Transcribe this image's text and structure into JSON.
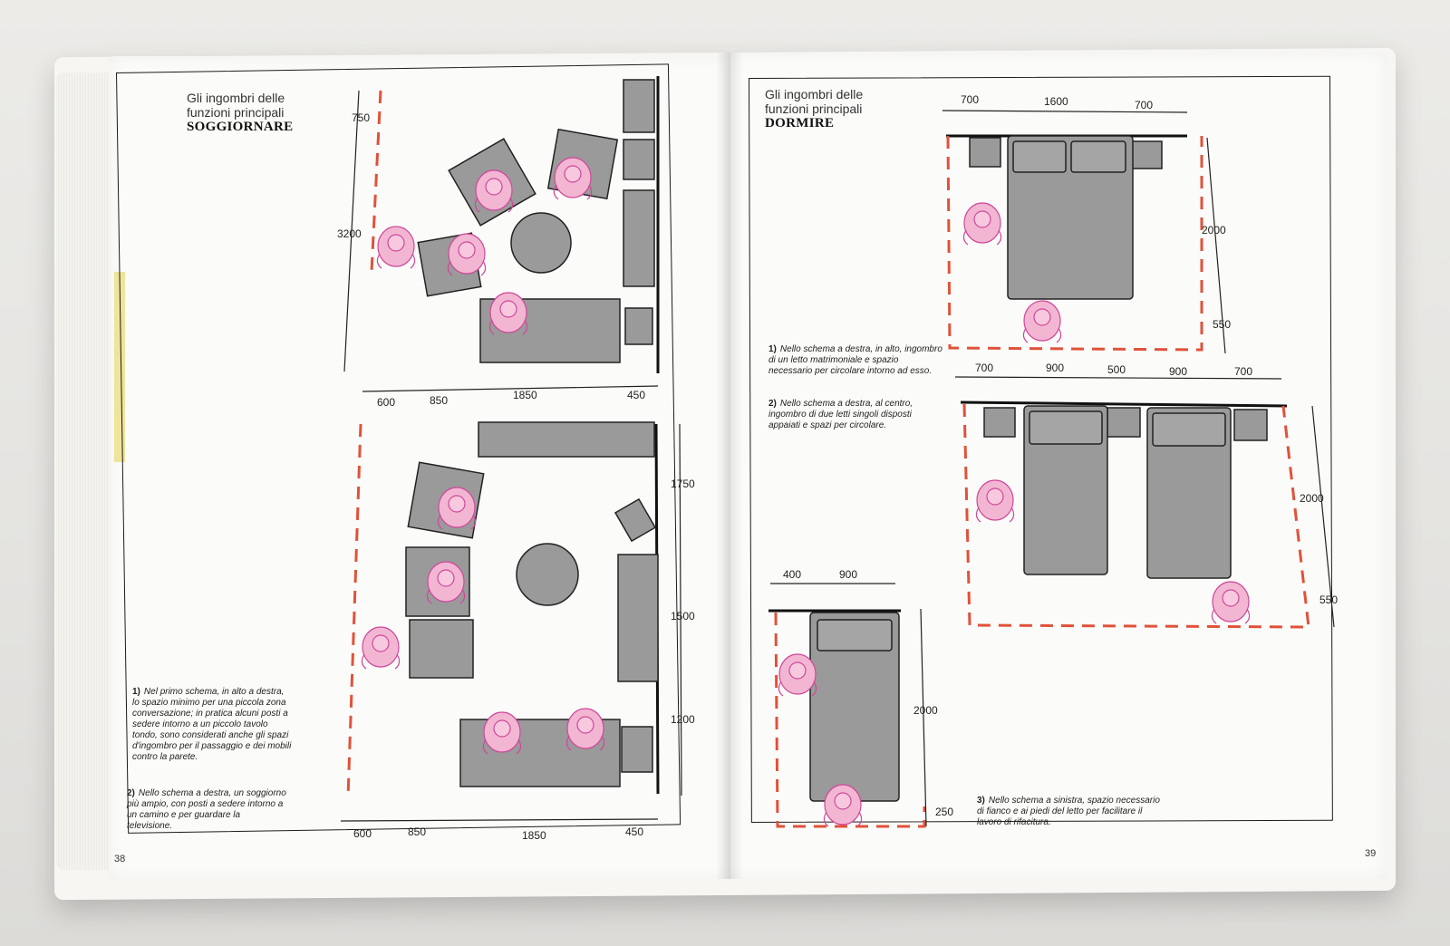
{
  "left_page": {
    "title_line1": "Gli ingombri delle",
    "title_line2": "funzioni principali",
    "title_bold": "SOGGIORNARE",
    "caption1_num": "1)",
    "caption1": "Nel primo schema, in alto a destra, lo spazio minimo per una piccola zona conversazione; in pratica alcuni posti a sedere intorno a un piccolo tavolo tondo, sono considerati anche gli spazi d'ingombro per il passaggio e dei mobili contro la parete.",
    "caption2_num": "2)",
    "caption2": "Nello schema a destra, un soggiorno più ampio, con posti a sedere intorno a un camino e per guardare la televisione.",
    "page_number": "38",
    "dims_top": {
      "v1": "750",
      "v2": "3200",
      "h1": "600",
      "h2": "850",
      "h3": "1850",
      "h4": "450"
    },
    "dims_bottom": {
      "v1": "1750",
      "v2": "1500",
      "v3": "1200",
      "h1": "600",
      "h2": "850",
      "h3": "1850",
      "h4": "450"
    }
  },
  "right_page": {
    "title_line1": "Gli ingombri delle",
    "title_line2": "funzioni principali",
    "title_bold": "DORMIRE",
    "caption1_num": "1)",
    "caption1": "Nello schema a destra, in alto, ingombro di un letto matrimoniale e spazio necessario per circolare intorno ad esso.",
    "caption2_num": "2)",
    "caption2": "Nello schema a destra, al centro, ingombro di due letti singoli disposti appaiati e spazi per circolare.",
    "caption3_num": "3)",
    "caption3": "Nello schema a sinistra, spazio necessario di fianco e ai piedi del letto per facilitare il lavoro di rifacitura.",
    "page_number": "39",
    "dims_double": {
      "h1": "700",
      "h2": "1600",
      "h3": "700",
      "v1": "2000",
      "v2": "550"
    },
    "dims_twin": {
      "h1": "700",
      "h2": "900",
      "h3": "500",
      "h4": "900",
      "h5": "700",
      "v1": "2000",
      "v2": "550"
    },
    "dims_single": {
      "h1": "400",
      "h2": "900",
      "v1": "2000",
      "v2": "250"
    }
  },
  "colors": {
    "dashed_line": "#e0523a",
    "person": "#f2b6d2",
    "person_stroke": "#d0479a",
    "furniture": "#9a9a9a"
  }
}
